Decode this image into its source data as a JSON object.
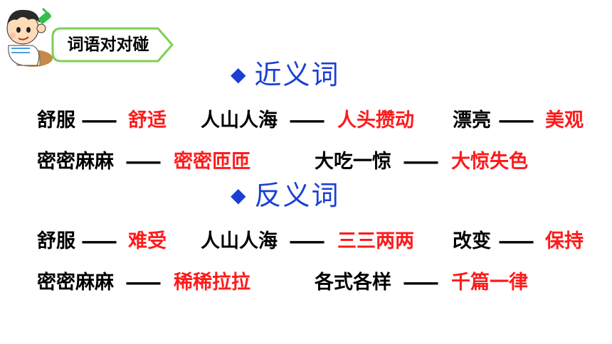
{
  "banner": {
    "title": "词语对对碰"
  },
  "sections": [
    {
      "heading": "近义词",
      "rows": [
        [
          {
            "word": "舒服",
            "dash": "——",
            "answer": "舒适"
          },
          {
            "word": "人山人海",
            "dash": "——",
            "answer": "人头攒动"
          },
          {
            "word": "漂亮",
            "dash": "——",
            "answer": "美观"
          }
        ],
        [
          {
            "word": "密密麻麻",
            "dash": "——",
            "answer": "密密匝匝"
          },
          {
            "word": "大吃一惊",
            "dash": "——",
            "answer": "大惊失色"
          }
        ]
      ]
    },
    {
      "heading": "反义词",
      "rows": [
        [
          {
            "word": "舒服",
            "dash": "——",
            "answer": "难受"
          },
          {
            "word": "人山人海",
            "dash": "——",
            "answer": "三三两两"
          },
          {
            "word": "改变",
            "dash": "——",
            "answer": "保持"
          }
        ],
        [
          {
            "word": "密密麻麻",
            "dash": "——",
            "answer": "稀稀拉拉"
          },
          {
            "word": "各式各样",
            "dash": "——",
            "answer": "千篇一律"
          }
        ]
      ]
    }
  ],
  "colors": {
    "heading": "#1a3fd6",
    "answer": "#ff1a1a",
    "banner_border": "#7fcf52"
  }
}
